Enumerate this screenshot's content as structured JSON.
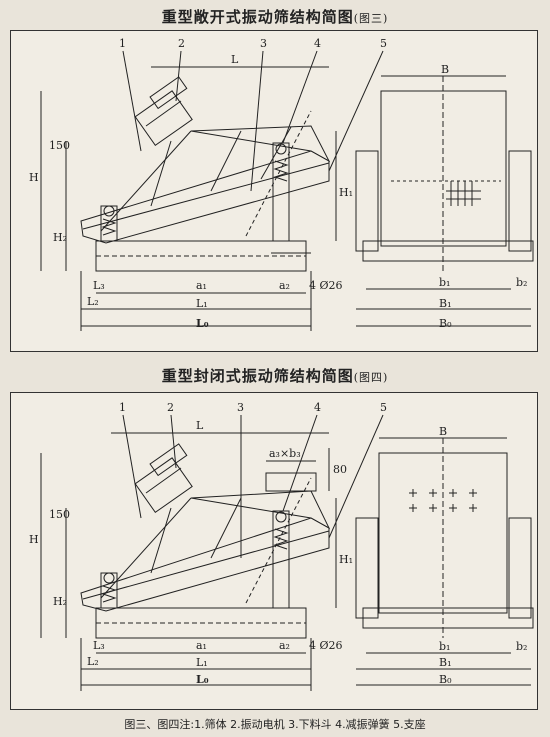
{
  "figure3": {
    "title": "重型敞开式振动筛结构简图",
    "fig_no": "(图三)",
    "labels": {
      "n1": "1",
      "n2": "2",
      "n3": "3",
      "n4": "4",
      "n5": "5",
      "L": "L",
      "B": "B",
      "H": "H",
      "H1": "H₁",
      "H2": "H₂",
      "d150": "150",
      "L3": "L₃",
      "a1": "a₁",
      "a2": "a₂",
      "hole": "4  Ø26",
      "L2": "L₂",
      "L1": "L₁",
      "L0": "L₀",
      "b1": "b₁",
      "b2": "b₂",
      "B1": "B₁",
      "B0": "B₀"
    }
  },
  "figure4": {
    "title": "重型封闭式振动筛结构简图",
    "fig_no": "(图四)",
    "labels": {
      "n1": "1",
      "n2": "2",
      "n3": "3",
      "n4": "4",
      "n5": "5",
      "L": "L",
      "a3b3": "a₃×b₃",
      "d80": "80",
      "B": "B",
      "H": "H",
      "H1": "H₁",
      "H2": "H₂",
      "d150": "150",
      "L3": "L₃",
      "a1": "a₁",
      "a2": "a₂",
      "hole": "4  Ø26",
      "L2": "L₂",
      "L1": "L₁",
      "L0": "L₀",
      "b1": "b₁",
      "b2": "b₂",
      "B1": "B₁",
      "B0": "B₀"
    }
  },
  "footnote": "图三、图四注:1.筛体   2.振动电机   3.下料斗   4.减振弹簧   5.支座"
}
